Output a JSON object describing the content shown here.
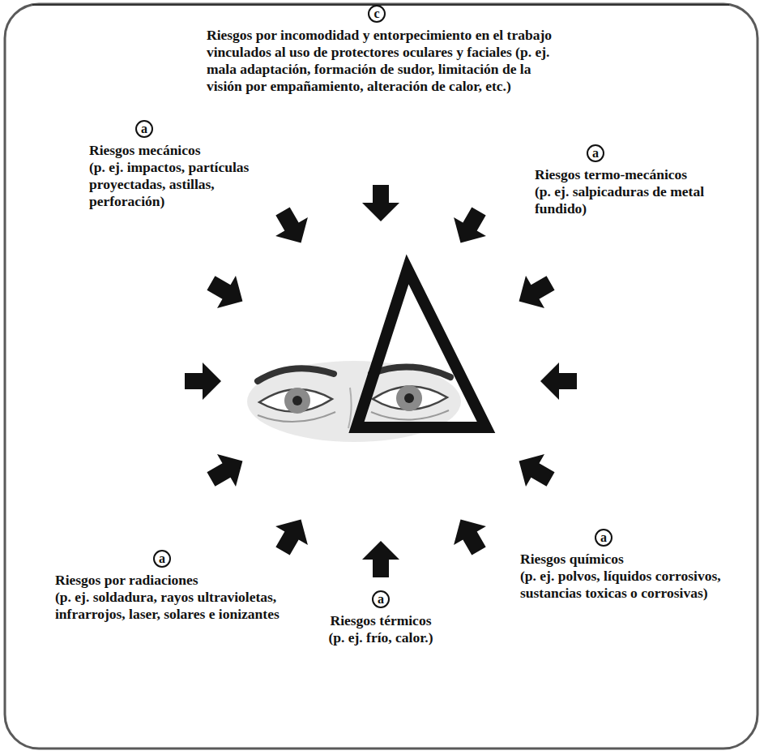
{
  "diagram": {
    "nodes": [
      {
        "text": [
          "c",
          "Riesgos por incomodidad y entorpecimiento en el trabajo vinculados al uso de protectores oculares y faciales (p. ej. mala adaptación, formación de sudor, limitación de la visión por empañamiento, alteración de calor, etc.)"
        ]
      },
      {
        "text": [
          "a",
          "Riesgos mecánicos",
          "(p. ej. impactos, partículas proyectadas, astillas, perforación)"
        ]
      },
      {
        "text": [
          "a",
          "Riesgos termo-mecánicos",
          "(p. ej. salpicaduras de metal fundido)"
        ]
      },
      {
        "text": [
          "a",
          "Riesgos por radiaciones",
          "(p. ej. soldadura, rayos ultravioletas, infrarrojos, laser, solares e ionizantes"
        ]
      },
      {
        "text": [
          "a",
          "Riesgos químicos",
          "(p. ej. polvos, líquidos corrosivos, sustancias toxicas o corrosivas)"
        ]
      },
      {
        "text": [
          "a",
          "Riesgos térmicos",
          "(p. ej. frío, calor.)"
        ]
      }
    ]
  }
}
